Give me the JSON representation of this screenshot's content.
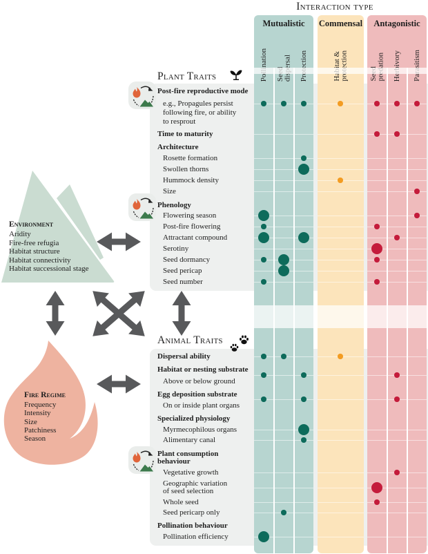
{
  "header": {
    "title": "Interaction type"
  },
  "interaction_groups": [
    {
      "name": "Mutualistic",
      "color": "#b7d5d0",
      "dot_color": "#0d6b5b",
      "columns": [
        {
          "lines": [
            "Pollination"
          ]
        },
        {
          "lines": [
            "Seed",
            "dispersal"
          ]
        },
        {
          "lines": [
            "Protection"
          ]
        }
      ]
    },
    {
      "name": "Commensal",
      "color": "#fce4bb",
      "dot_color": "#f39c22",
      "columns": [
        {
          "lines": [
            "Habitat &",
            "protection"
          ]
        }
      ]
    },
    {
      "name": "Antagonistic",
      "color": "#efbbbc",
      "dot_color": "#c41b3b",
      "columns": [
        {
          "lines": [
            "Seed",
            "predation"
          ]
        },
        {
          "lines": [
            "Herbivory"
          ]
        },
        {
          "lines": [
            "Parasitism"
          ]
        }
      ]
    }
  ],
  "plant_traits": {
    "title": "Plant Traits",
    "icon": "sprout-icon",
    "rows": [
      {
        "label": "Post-fire reproductive mode",
        "type": "category",
        "fire_linked": true,
        "dots": [
          {
            "col": "Pollination",
            "size": "small"
          },
          {
            "col": "Seed dispersal",
            "size": "small"
          },
          {
            "col": "Protection",
            "size": "small"
          },
          {
            "col": "Habitat & protection",
            "size": "small"
          },
          {
            "col": "Seed predation",
            "size": "small"
          },
          {
            "col": "Herbivory",
            "size": "small"
          },
          {
            "col": "Parasitism",
            "size": "small"
          }
        ]
      },
      {
        "lines": [
          "e.g., Propagules persist",
          "following fire, or ability",
          "to resprout"
        ],
        "type": "trait",
        "dots": []
      },
      {
        "label": "Time to maturity",
        "type": "category",
        "dots": [
          {
            "col": "Seed predation",
            "size": "small"
          },
          {
            "col": "Herbivory",
            "size": "small"
          }
        ]
      },
      {
        "label": "Architecture",
        "type": "category",
        "dots": []
      },
      {
        "label": "Rosette formation",
        "type": "trait",
        "dots": [
          {
            "col": "Protection",
            "size": "small"
          }
        ]
      },
      {
        "label": "Swollen thorns",
        "type": "trait",
        "dots": [
          {
            "col": "Protection",
            "size": "large"
          }
        ]
      },
      {
        "label": "Hummock density",
        "type": "trait",
        "dots": [
          {
            "col": "Habitat & protection",
            "size": "small"
          }
        ]
      },
      {
        "label": "Size",
        "type": "trait",
        "dots": [
          {
            "col": "Parasitism",
            "size": "small"
          }
        ]
      },
      {
        "label": "Phenology",
        "type": "category",
        "fire_linked": true,
        "dots": []
      },
      {
        "label": "Flowering season",
        "type": "trait",
        "dots": [
          {
            "col": "Pollination",
            "size": "large"
          },
          {
            "col": "Parasitism",
            "size": "small"
          }
        ]
      },
      {
        "label": "Post-fire flowering",
        "type": "trait",
        "dots": [
          {
            "col": "Pollination",
            "size": "small"
          },
          {
            "col": "Seed predation",
            "size": "small"
          }
        ]
      },
      {
        "label": "Attractant compound",
        "type": "trait",
        "dots": [
          {
            "col": "Pollination",
            "size": "large"
          },
          {
            "col": "Protection",
            "size": "large"
          },
          {
            "col": "Herbivory",
            "size": "small"
          }
        ]
      },
      {
        "label": "Serotiny",
        "type": "trait",
        "dots": [
          {
            "col": "Seed predation",
            "size": "large"
          }
        ]
      },
      {
        "label": "Seed dormancy",
        "type": "trait",
        "dots": [
          {
            "col": "Pollination",
            "size": "small"
          },
          {
            "col": "Seed dispersal",
            "size": "large"
          },
          {
            "col": "Seed predation",
            "size": "small"
          }
        ]
      },
      {
        "label": "Seed pericap",
        "type": "trait",
        "dots": [
          {
            "col": "Seed dispersal",
            "size": "large"
          }
        ]
      },
      {
        "label": "Seed number",
        "type": "trait",
        "dots": [
          {
            "col": "Pollination",
            "size": "small"
          },
          {
            "col": "Seed predation",
            "size": "small"
          }
        ]
      }
    ]
  },
  "animal_traits": {
    "title": "Animal Traits",
    "icon": "paw-prints-icon",
    "rows": [
      {
        "label": "Dispersal ability",
        "type": "category",
        "dots": [
          {
            "col": "Pollination",
            "size": "small"
          },
          {
            "col": "Seed dispersal",
            "size": "small"
          },
          {
            "col": "Habitat & protection",
            "size": "small"
          }
        ]
      },
      {
        "label": "Habitat or nesting substrate",
        "type": "category",
        "dots": [
          {
            "col": "Pollination",
            "size": "small"
          },
          {
            "col": "Protection",
            "size": "small"
          },
          {
            "col": "Herbivory",
            "size": "small"
          }
        ]
      },
      {
        "label": "Above or below ground",
        "type": "trait",
        "dots": []
      },
      {
        "label": "Egg deposition substrate",
        "type": "category",
        "dots": [
          {
            "col": "Pollination",
            "size": "small"
          },
          {
            "col": "Protection",
            "size": "small"
          },
          {
            "col": "Herbivory",
            "size": "small"
          }
        ]
      },
      {
        "label": "On or inside plant organs",
        "type": "trait",
        "dots": []
      },
      {
        "label": "Specialized physiology",
        "type": "category",
        "dots": []
      },
      {
        "label": "Myrmecophilous organs",
        "type": "trait",
        "dots": [
          {
            "col": "Protection",
            "size": "large"
          }
        ]
      },
      {
        "label": "Alimentary canal",
        "type": "trait",
        "dots": [
          {
            "col": "Protection",
            "size": "small"
          }
        ]
      },
      {
        "lines": [
          "Plant consumption",
          "behaviour"
        ],
        "type": "category",
        "fire_linked": true,
        "dots": []
      },
      {
        "label": "Vegetative growth",
        "type": "trait",
        "dots": [
          {
            "col": "Herbivory",
            "size": "small"
          }
        ]
      },
      {
        "lines": [
          "Geographic variation",
          "of seed selection"
        ],
        "type": "trait",
        "dots": [
          {
            "col": "Seed predation",
            "size": "large"
          }
        ]
      },
      {
        "label": "Whole seed",
        "type": "trait",
        "dots": [
          {
            "col": "Seed predation",
            "size": "small"
          }
        ]
      },
      {
        "label": "Seed pericarp only",
        "type": "trait",
        "dots": [
          {
            "col": "Seed dispersal",
            "size": "small"
          }
        ]
      },
      {
        "label": "Pollination behaviour",
        "type": "category",
        "dots": []
      },
      {
        "label": "Pollination efficiency",
        "type": "trait",
        "dots": [
          {
            "col": "Pollination",
            "size": "large"
          }
        ]
      }
    ]
  },
  "environment": {
    "title": "Environment",
    "color": "#cadcd1",
    "items": [
      "Aridity",
      "Fire-free refugia",
      "Habitat structure",
      "Habitat connectivity",
      "Habitat successional stage"
    ]
  },
  "fire_regime": {
    "title": "Fire Regime",
    "color": "#eeb3a0",
    "items": [
      "Frequency",
      "Intensity",
      "Size",
      "Patchiness",
      "Season"
    ]
  },
  "arrow_color": "#58595b",
  "panel_color": "#eef0ef"
}
